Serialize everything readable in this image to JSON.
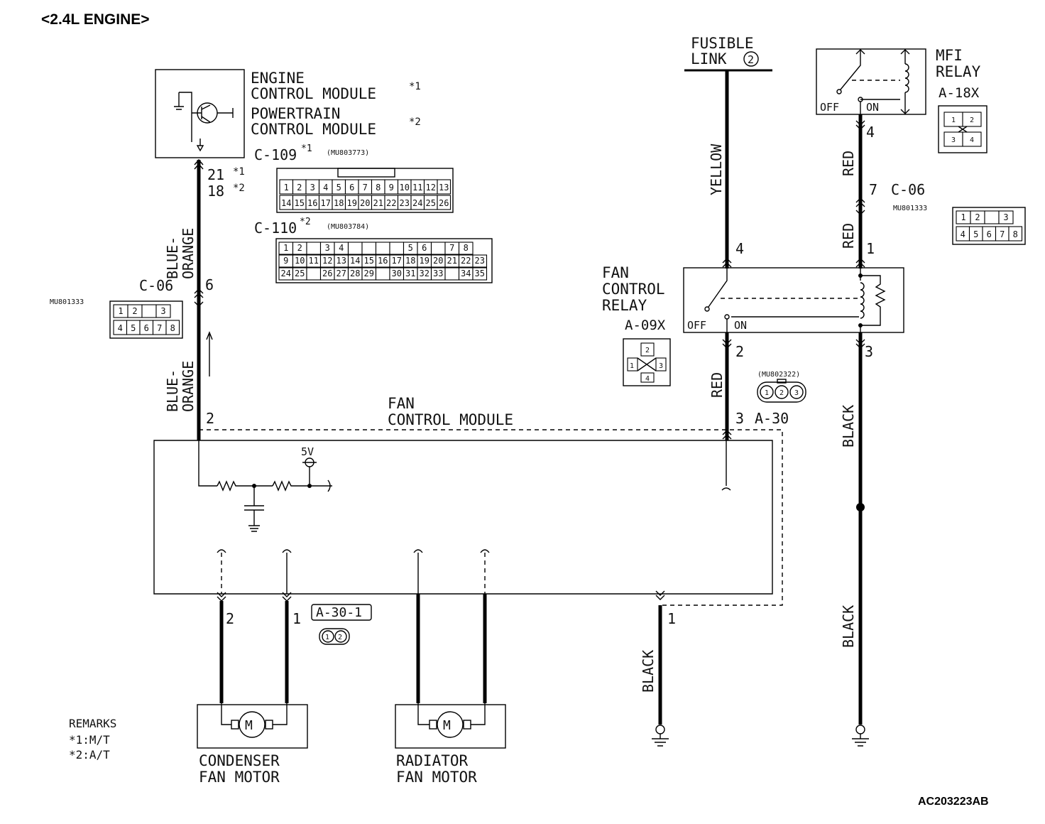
{
  "title": "<2.4L ENGINE>",
  "figure_id": "AC203223AB",
  "fusible_link": {
    "line1": "FUSIBLE",
    "line2": "LINK",
    "num": "2"
  },
  "mfi_relay": {
    "line1": "MFI",
    "line2": "RELAY",
    "code": "A-18X",
    "off": "OFF",
    "on": "ON",
    "terminal": "4",
    "connector_cells": [
      "1",
      "2",
      "3",
      "4"
    ]
  },
  "ecm": {
    "line1": "ENGINE",
    "line2": "CONTROL MODULE",
    "sup1": "*1",
    "line3": "POWERTRAIN",
    "line4": "CONTROL MODULE",
    "sup2": "*2",
    "pin1": "21",
    "pin1_note": "*1",
    "pin2": "18",
    "pin2_note": "*2"
  },
  "c109": {
    "code": "C-109",
    "sup": "*1",
    "part": "(MU803773)",
    "row1": [
      "1",
      "2",
      "3",
      "4",
      "5",
      "6",
      "7",
      "8",
      "9",
      "10",
      "11",
      "12",
      "13"
    ],
    "row2": [
      "14",
      "15",
      "16",
      "17",
      "18",
      "19",
      "20",
      "21",
      "22",
      "23",
      "24",
      "25",
      "26"
    ]
  },
  "c110": {
    "code": "C-110",
    "sup": "*2",
    "part": "(MU803784)",
    "row1": [
      "1",
      "2",
      "",
      "3",
      "4",
      "",
      "",
      "",
      "",
      "5",
      "6",
      "",
      "7",
      "8"
    ],
    "row2": [
      "9",
      "10",
      "11",
      "12",
      "13",
      "14",
      "15",
      "16",
      "17",
      "18",
      "19",
      "20",
      "21",
      "22",
      "23"
    ],
    "row3": [
      "24",
      "25",
      "",
      "26",
      "27",
      "28",
      "29",
      "",
      "30",
      "31",
      "32",
      "33",
      "",
      "34",
      "35"
    ]
  },
  "c06_left": {
    "code": "C-06",
    "part": "MU801333",
    "pin": "6",
    "cells": [
      "1",
      "2",
      "",
      "3",
      "4",
      "5",
      "6",
      "7",
      "8"
    ]
  },
  "c06_right": {
    "code": "C-06",
    "part": "MU801333",
    "pin_top": "7",
    "pin_bottom": "1",
    "cells": [
      "1",
      "2",
      "",
      "3",
      "4",
      "5",
      "6",
      "7",
      "8"
    ]
  },
  "wires": {
    "blue_orange": "BLUE-\nORANGE",
    "yellow": "YELLOW",
    "red": "RED",
    "black": "BLACK"
  },
  "fan_relay": {
    "line1": "FAN",
    "line2": "CONTROL",
    "line3": "RELAY",
    "code": "A-09X",
    "off": "OFF",
    "on": "ON",
    "pin4": "4",
    "pin2": "2",
    "pin1": "1",
    "pin3": "3",
    "connector_cells": [
      "1",
      "2",
      "3",
      "4"
    ]
  },
  "fan_module": {
    "line1": "FAN",
    "line2": "CONTROL MODULE",
    "pin2": "2",
    "pin3": "3",
    "code": "A-30",
    "part": "(MU802322)",
    "voltage": "5V",
    "pin1": "1",
    "connector_cells": [
      "1",
      "2",
      "3"
    ]
  },
  "a30_1": {
    "code": "A-30-1",
    "pin2": "2",
    "pin1": "1",
    "connector_cells": [
      "1",
      "2"
    ]
  },
  "condenser": {
    "line1": "CONDENSER",
    "line2": "FAN MOTOR"
  },
  "radiator": {
    "line1": "RADIATOR",
    "line2": "FAN MOTOR"
  },
  "motor_symbol": "M",
  "remarks": {
    "title": "REMARKS",
    "r1": "*1:M/T",
    "r2": "*2:A/T"
  }
}
